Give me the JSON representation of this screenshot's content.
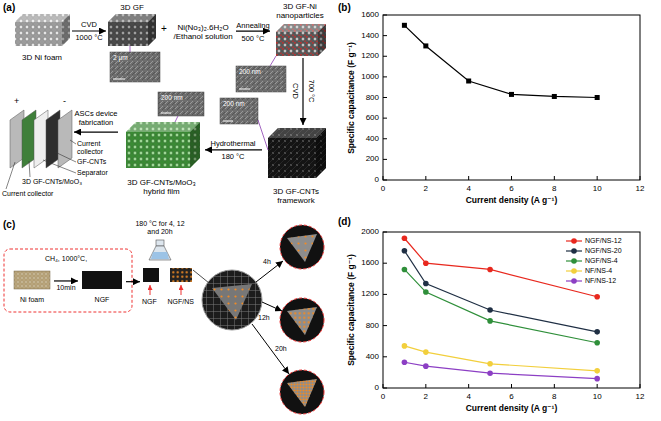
{
  "diagram": {
    "nodes": [
      {
        "text": [
          "3D Ni foam"
        ]
      },
      {
        "text": [
          "3D GF"
        ]
      },
      {
        "text": [
          "Ni(No₃)₂.6H₂O /Ethanol solution"
        ]
      },
      {
        "text": [
          "3D GF-Ni nanoparticles"
        ]
      },
      {
        "text": [
          "3D GF-CNTs framework"
        ]
      },
      {
        "text": [
          "3D GF-CNTs/MoO₃ hybrid film"
        ]
      },
      {
        "text": [
          "+",
          "-"
        ]
      },
      {
        "text": [
          "Ni foam"
        ]
      },
      {
        "text": [
          "NGF"
        ]
      },
      {
        "text": [
          "NGF",
          "NGF/NS"
        ]
      }
    ],
    "edges": [
      {
        "from": 0,
        "to": 1,
        "label": "CVD",
        "arrow": "to"
      },
      {
        "from": 2,
        "to": 3,
        "label": "Annealing",
        "arrow": "to"
      },
      {
        "from": 3,
        "to": 4,
        "label": "CVD",
        "arrow": "to"
      },
      {
        "from": 4,
        "to": 5,
        "label": "Hydrothermal",
        "arrow": "to"
      },
      {
        "from": 5,
        "to": 6,
        "label": "ASCs device fabrication",
        "arrow": "to"
      },
      {
        "from": 7,
        "to": 8,
        "label": "CH₄, 1000°C,",
        "arrow": "to"
      },
      {
        "from": 8,
        "to": 9,
        "arrow": "to"
      }
    ],
    "labels": [
      "(a)",
      "1000 °C",
      "+",
      "2 μm",
      "500 °C",
      "200 nm",
      "700 °C",
      "200 nm",
      "200 nm",
      "180 °C",
      "Current collector",
      "GF-CNTs",
      "Separator",
      "3D GF-CNTs/MoO₃",
      "Current collector",
      "(b)",
      "0",
      "200",
      "400",
      "600",
      "800",
      "1000",
      "1200",
      "1400",
      "1600",
      "0",
      "2",
      "4",
      "6",
      "8",
      "10",
      "12",
      "Specific capacitance (F g⁻¹)",
      "Current density (A g⁻¹)",
      "(c)",
      "10min",
      "180 °C for 4, 12 and 20h",
      "4h",
      "12h",
      "20h",
      "(d)",
      "0",
      "400",
      "800",
      "1200",
      "1600",
      "2000",
      "0",
      "2",
      "4",
      "6",
      "8",
      "10",
      "12",
      "Specific capacitance (F g⁻¹)",
      "Current density (A g⁻¹)"
    ],
    "legend": [
      {
        "text": "NGF/NS-12",
        "color": "#e8281e"
      },
      {
        "text": "NGF/NS-20",
        "color": "#1f2f44"
      },
      {
        "text": "NGF/NS-4",
        "color": "#2f8f3a"
      },
      {
        "text": "NF/NS-4",
        "color": "#f2cf3c"
      },
      {
        "text": "NF/NS-12",
        "color": "#8c3fc4"
      }
    ]
  }
}
